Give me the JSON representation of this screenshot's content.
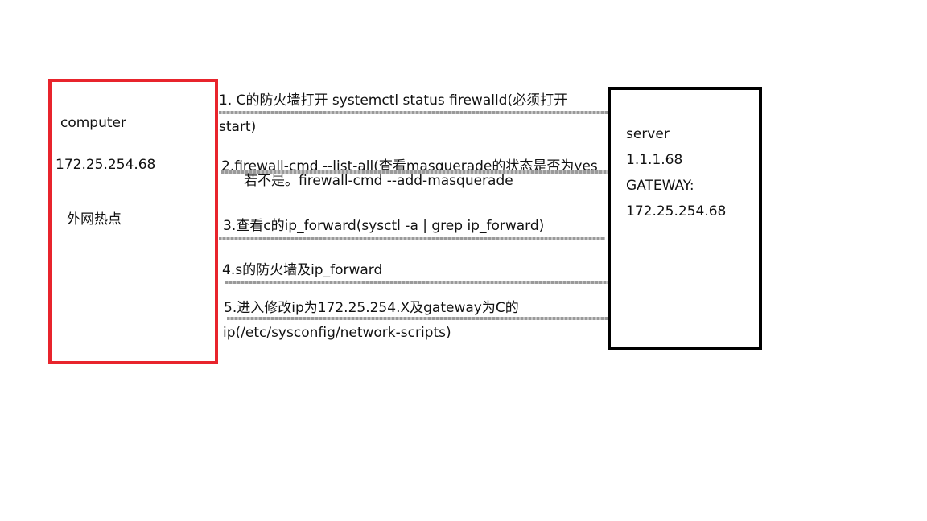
{
  "computer": {
    "name": "computer",
    "ip": "172.25.254.68",
    "note": "外网热点"
  },
  "server": {
    "name": "server",
    "ip": "1.1.1.68",
    "gateway_label": "GATEWAY:",
    "gateway": "172.25.254.68"
  },
  "steps": [
    {
      "line1": "1.  C的防火墙打开 systemctl status firewalld(必须打开",
      "line2": "start)"
    },
    {
      "line1": "2.firewall-cmd --list-all(查看masquerade的状态是否为yes",
      "line2": "若不是。firewall-cmd --add-masquerade"
    },
    {
      "line1": "3.查看c的ip_forward(sysctl -a | grep ip_forward)"
    },
    {
      "line1": "4.s的防火墙及ip_forward"
    },
    {
      "line1": "5.进入修改ip为172.25.254.X及gateway为C的",
      "line2": "ip(/etc/sysconfig/network-scripts)"
    }
  ],
  "colors": {
    "computer_border": "#e8242c",
    "server_border": "#000000"
  }
}
